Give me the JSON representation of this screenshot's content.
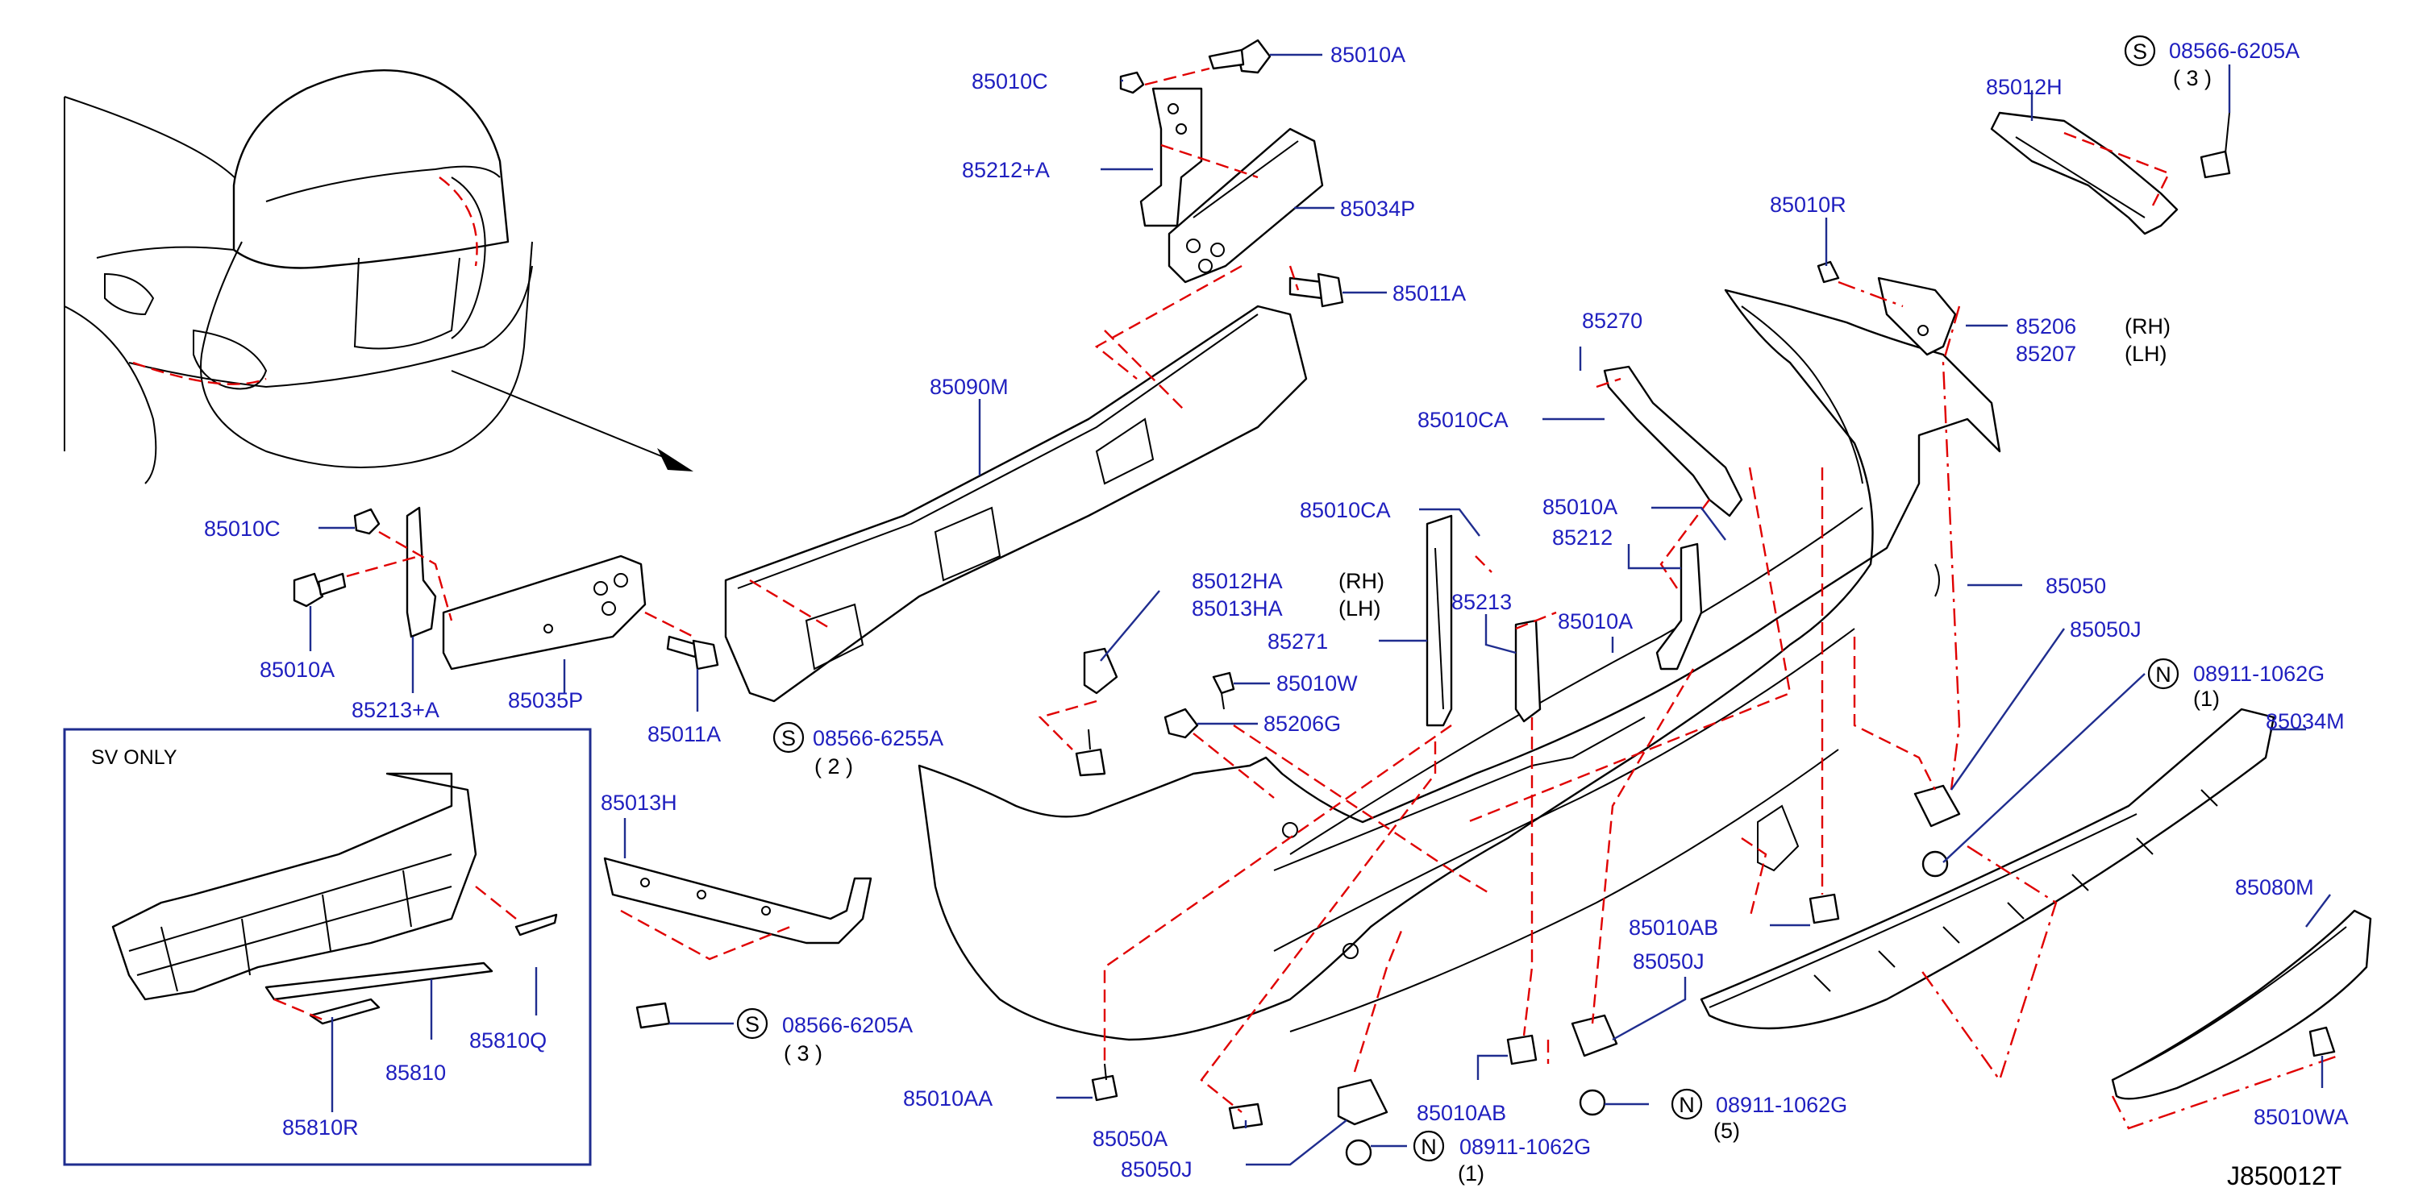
{
  "colors": {
    "label": "#1f1fbf",
    "leader": "#1f2d8f",
    "dashed": "#e00000",
    "line": "#000000"
  },
  "inset": {
    "title": "SV   ONLY"
  },
  "diagram_id": "J850012T",
  "labels": {
    "p85010C_top": "85010C",
    "p85010A_top": "85010A",
    "p85212A": "85212+A",
    "p85034P": "85034P",
    "p85011A_top": "85011A",
    "p85090M": "85090M",
    "p85010C_left": "85010C",
    "p85010A_left": "85010A",
    "p85213A": "85213+A",
    "p85035P": "85035P",
    "p85011A_left": "85011A",
    "s08566_6255A": "08566-6255A",
    "s08566_6255A_qty": "( 2 )",
    "p85012HA": "85012HA",
    "p85012HA_side": "(RH)",
    "p85013HA": "85013HA",
    "p85013HA_side": "(LH)",
    "p85010W": "85010W",
    "p85206G": "85206G",
    "p85271": "85271",
    "p85010CA_1": "85010CA",
    "p85213": "85213",
    "p85010A_mid": "85010A",
    "p85270": "85270",
    "p85010CA_2": "85010CA",
    "p85010A_mid2": "85010A",
    "p85212": "85212",
    "p85010R": "85010R",
    "p85012H": "85012H",
    "s08566_6205A_top": "08566-6205A",
    "s08566_6205A_top_qty": "( 3 )",
    "p85206": "85206",
    "p85206_side": "(RH)",
    "p85207": "85207",
    "p85207_side": "(LH)",
    "p85050": "85050",
    "p85050J_right": "85050J",
    "n08911_1062G_right": "08911-1062G",
    "n08911_1062G_right_qty": "(1)",
    "p85034M": "85034M",
    "p85080M": "85080M",
    "p85010WA": "85010WA",
    "p85013H": "85013H",
    "s08566_6205A_left": "08566-6205A",
    "s08566_6205A_left_qty": "( 3 )",
    "p85010AA": "85010AA",
    "p85050A": "85050A",
    "p85050J_bottom": "85050J",
    "n08911_1062G_bottom": "08911-1062G",
    "n08911_1062G_bottom_qty": "(1)",
    "p85010AB_1": "85010AB",
    "p85010AB_2": "85010AB",
    "p85050J_mid": "85050J",
    "n08911_1062G_mid": "08911-1062G",
    "n08911_1062G_mid_qty": "(5)",
    "p85810": "85810",
    "p85810Q": "85810Q",
    "p85810R": "85810R",
    "symbol_s": "S",
    "symbol_n": "N"
  }
}
